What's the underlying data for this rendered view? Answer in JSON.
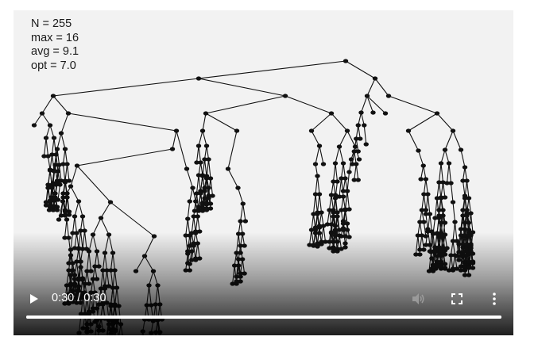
{
  "video": {
    "stats": [
      "N = 255",
      "max = 16",
      "avg = 9.1",
      "opt = 7.0"
    ],
    "time_display": "0:30 / 0:30",
    "progress_fraction": 1.0
  },
  "controls": {
    "play_icon": "play-icon",
    "mute_icon": "volume-icon",
    "fullscreen_icon": "fullscreen-icon",
    "more_icon": "more-vertical-icon",
    "icon_color": "#ffffff",
    "muted_icon_color": "#9a9a9a"
  },
  "colors": {
    "frame_background": "#f2f2f2",
    "tree_ink": "#111111"
  }
}
